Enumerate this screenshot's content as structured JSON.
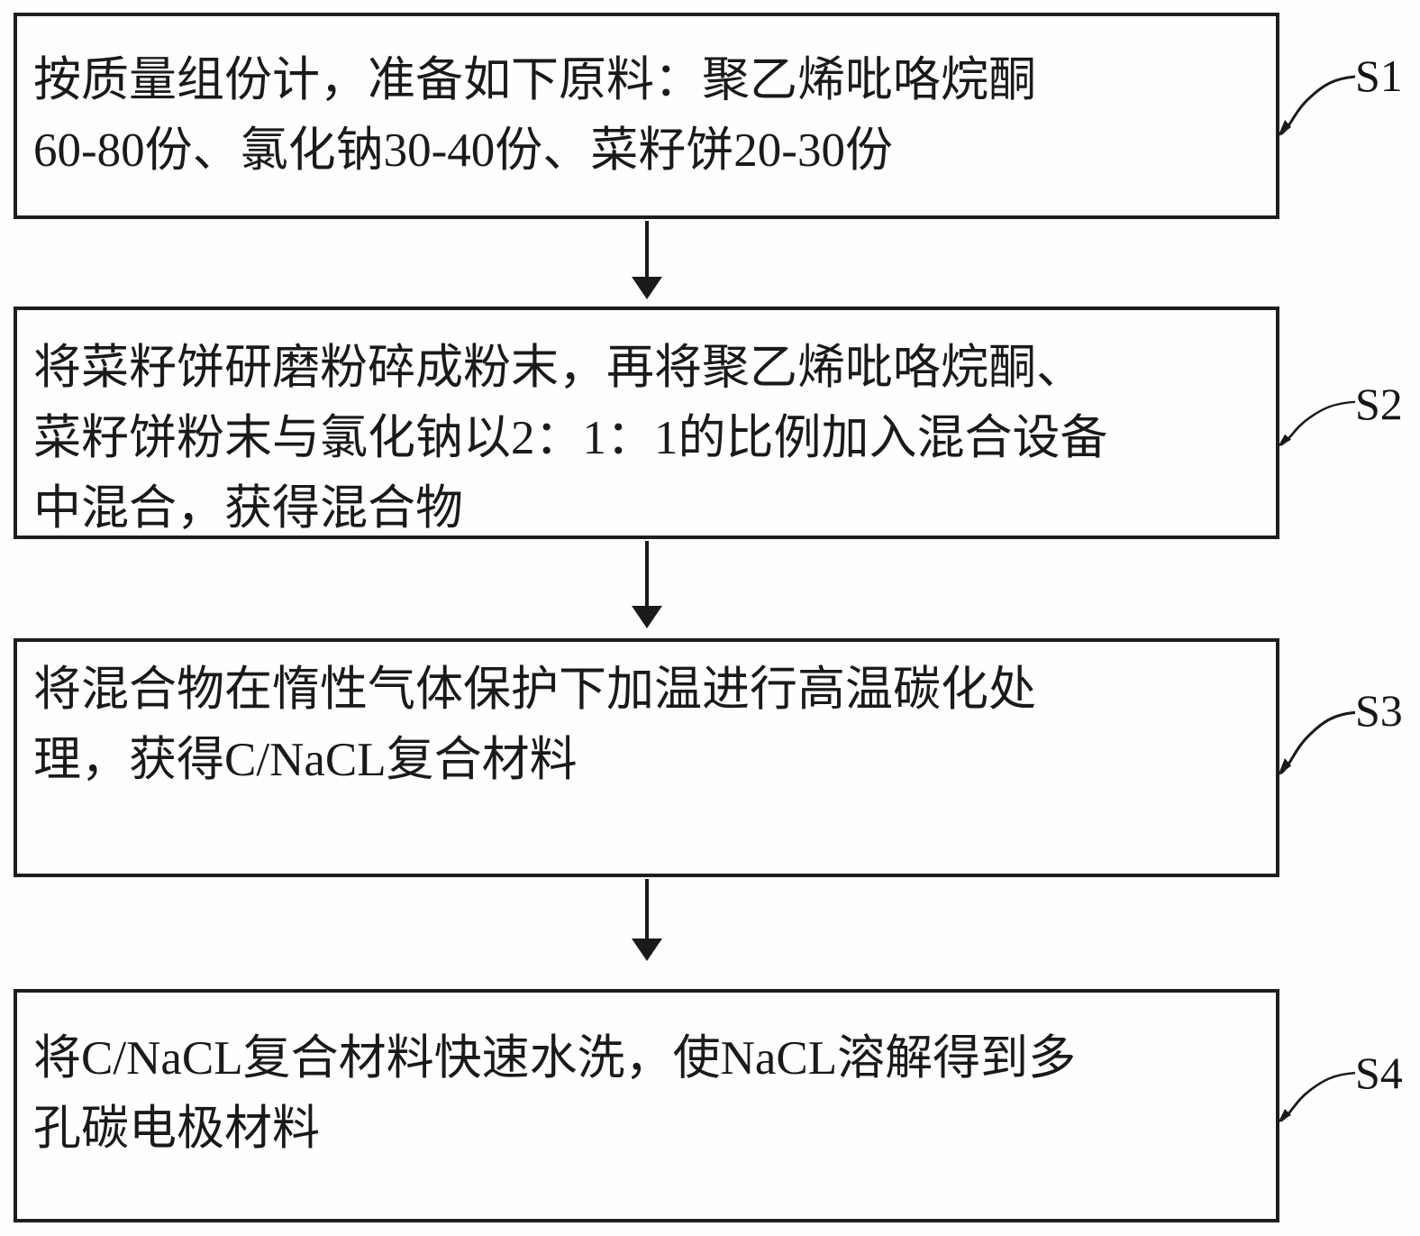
{
  "diagram_type": "patent-process-flowchart",
  "colors": {
    "ink": "#1a1a1a",
    "background": "#fefefe"
  },
  "steps": [
    {
      "label": "S1",
      "lines": [
        "按质量组份计，准备如下原料：聚乙烯吡咯烷酮",
        "60-80份、氯化钠30-40份、菜籽饼20-30份"
      ]
    },
    {
      "label": "S2",
      "lines": [
        "将菜籽饼研磨粉碎成粉末，再将聚乙烯吡咯烷酮、",
        "菜籽饼粉末与氯化钠以2：1：1的比例加入混合设备",
        "中混合，获得混合物"
      ]
    },
    {
      "label": "S3",
      "lines": [
        "将混合物在惰性气体保护下加温进行高温碳化处",
        "理，获得C/NaCL复合材料"
      ]
    },
    {
      "label": "S4",
      "lines": [
        "将C/NaCL复合材料快速水洗，使NaCL溶解得到多",
        "孔碳电极材料"
      ]
    }
  ]
}
